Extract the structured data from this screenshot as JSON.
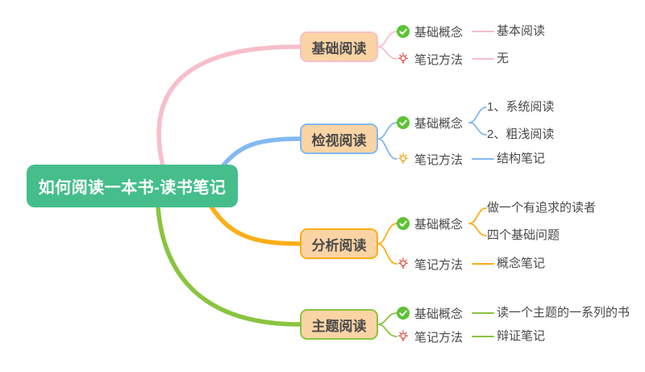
{
  "root": {
    "label": "如何阅读一本书-读书笔记"
  },
  "branches": [
    {
      "label": "基础阅读",
      "color": "#F6BFCA",
      "children": [
        {
          "label": "基础概念",
          "icon": "check-badge",
          "icon_color": "#5BC332",
          "leaves": [
            "基本阅读"
          ]
        },
        {
          "label": "笔记方法",
          "icon": "lightbulb",
          "icon_color": "#E2574C",
          "leaves": [
            "无"
          ]
        }
      ]
    },
    {
      "label": "检视阅读",
      "color": "#82B9F2",
      "children": [
        {
          "label": "基础概念",
          "icon": "check-badge",
          "icon_color": "#5BC332",
          "leaves": [
            "1、系统阅读",
            "2、粗浅阅读"
          ]
        },
        {
          "label": "笔记方法",
          "icon": "lightbulb",
          "icon_color": "#F5A623",
          "leaves": [
            "结构笔记"
          ]
        }
      ]
    },
    {
      "label": "分析阅读",
      "color": "#FBAE17",
      "children": [
        {
          "label": "基础概念",
          "icon": "check-badge",
          "icon_color": "#5BC332",
          "leaves": [
            "做一个有追求的读者",
            "四个基础问题"
          ]
        },
        {
          "label": "笔记方法",
          "icon": "lightbulb",
          "icon_color": "#E2574C",
          "leaves": [
            "概念笔记"
          ]
        }
      ]
    },
    {
      "label": "主题阅读",
      "color": "#8AC43F",
      "children": [
        {
          "label": "基础概念",
          "icon": "check-badge",
          "icon_color": "#5BC332",
          "leaves": [
            "读一个主题的一系列的书"
          ]
        },
        {
          "label": "笔记方法",
          "icon": "lightbulb",
          "icon_color": "#E2574C",
          "leaves": [
            "辩证笔记"
          ]
        }
      ]
    }
  ],
  "colors": {
    "root_bg": "#45BE8C",
    "branch_node_fill": "#FBD4A5",
    "pink": "#F6BFCA",
    "blue": "#82B9F2",
    "yellow": "#FBAE17",
    "green": "#8AC43F",
    "check_green": "#5BC332",
    "bulb_red": "#E2574C",
    "bulb_orange": "#F5A623",
    "text": "#4A4A4A"
  }
}
